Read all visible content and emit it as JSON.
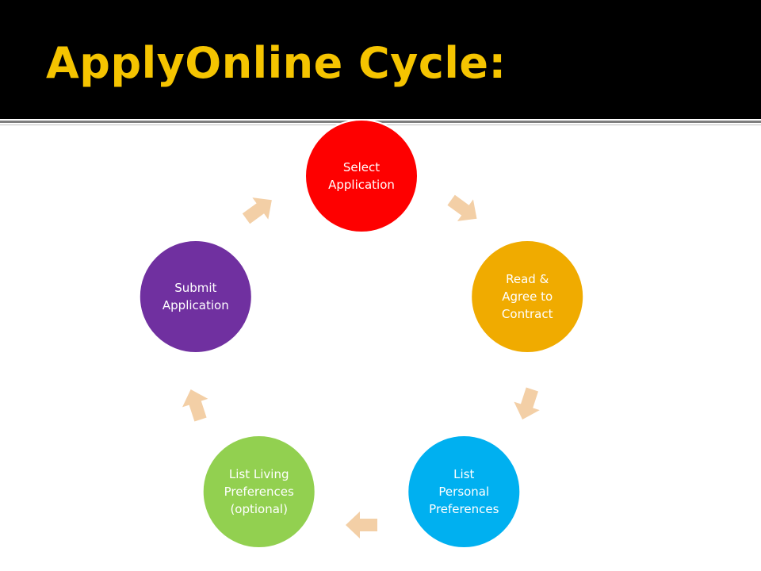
{
  "slide": {
    "title": "ApplyOnline Cycle:",
    "title_color": "#f5c400"
  },
  "cycle": {
    "arrow_color": "#f3cfa6",
    "nodes": [
      {
        "id": "select-application",
        "lines": [
          "Select",
          "Application"
        ],
        "color": "#fe0000"
      },
      {
        "id": "read-agree-contract",
        "lines": [
          "Read &",
          "Agree to",
          "Contract"
        ],
        "color": "#f0ab00"
      },
      {
        "id": "list-personal-preferences",
        "lines": [
          "List",
          "Personal",
          "Preferences"
        ],
        "color": "#00b0f0"
      },
      {
        "id": "list-living-preferences",
        "lines": [
          "List Living",
          "Preferences",
          "(optional)"
        ],
        "color": "#92d050"
      },
      {
        "id": "submit-application",
        "lines": [
          "Submit",
          "Application"
        ],
        "color": "#7030a0"
      }
    ]
  }
}
